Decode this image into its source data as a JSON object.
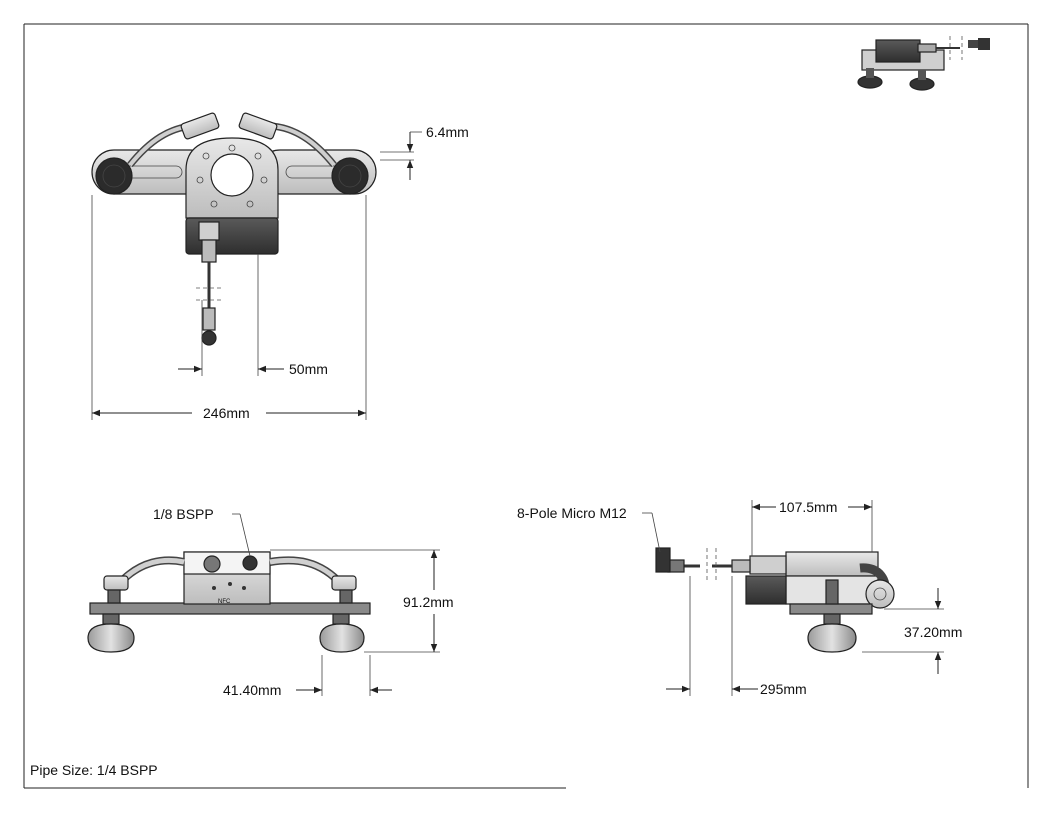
{
  "dimensions": {
    "top_offset": "6.4mm",
    "port_spacing": "50mm",
    "overall_width": "246mm",
    "height": "91.2mm",
    "cup_offset": "41.40mm",
    "side_length": "107.5mm",
    "cable_length": "295mm",
    "cup_height": "37.20mm"
  },
  "callouts": {
    "vacuum_port": "1/8 BSPP",
    "connector": "8-Pole Micro M12",
    "nfc": "NFC"
  },
  "footer": {
    "pipe_size": "Pipe Size: 1/4 BSPP"
  },
  "colors": {
    "line": "#222222",
    "body": "#6b6b6b",
    "body_dark": "#3f3f3f",
    "body_light": "#d9d9d9"
  }
}
